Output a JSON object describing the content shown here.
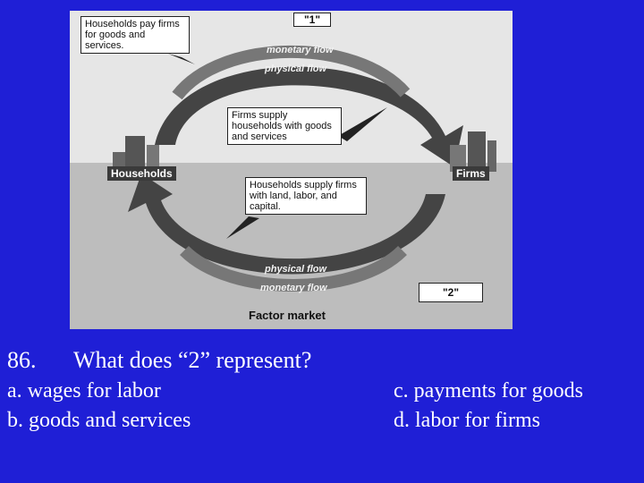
{
  "diagram": {
    "callout_top_left": "Households pay firms for goods and services.",
    "marker_top": "\"1\"",
    "flow_upper_monetary": "monetary flow",
    "flow_upper_physical": "physical flow",
    "callout_center_upper": "Firms supply households with goods and services",
    "tag_households": "Households",
    "tag_firms": "Firms",
    "callout_center_lower": "Households supply firms with land, labor, and capital.",
    "flow_lower_physical": "physical flow",
    "flow_lower_monetary": "monetary flow",
    "marker_bottom": "\"2\"",
    "caption": "Factor market"
  },
  "question": {
    "number": "86.",
    "text": "What does “2” represent?"
  },
  "answers": {
    "a": "a.  wages for labor",
    "b": "b. goods and services",
    "c": "c. payments for goods",
    "d": "d. labor for firms"
  }
}
